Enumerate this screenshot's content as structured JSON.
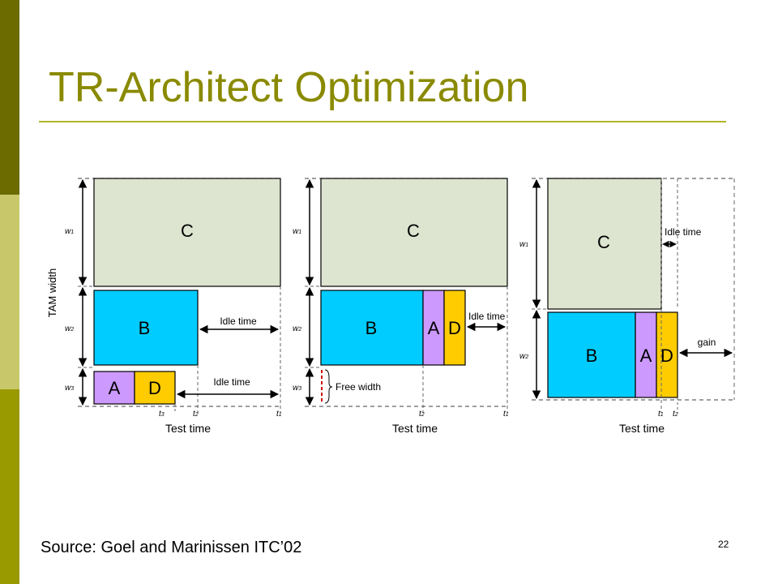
{
  "slide": {
    "title": "TR-Architect Optimization",
    "source": "Source: Goel and Marinissen ITC’02",
    "page_number": "22"
  },
  "colors": {
    "sidebar_dark": "#6b6b00",
    "sidebar_light": "#c8c86a",
    "sidebar_mid": "#999900",
    "title": "#8a8a00",
    "core_c": "#dde4cf",
    "core_b": "#00ccff",
    "core_a": "#cc99ff",
    "core_d": "#ffcc00"
  },
  "diagram": {
    "y_axis_label": "TAM width",
    "x_axis_label": "Test time",
    "idle_time": "Idle time",
    "free_width": "Free width",
    "gain": "gain",
    "core_labels": {
      "c": "C",
      "b": "B",
      "a": "A",
      "d": "D"
    },
    "width_labels": {
      "w1": "w1",
      "w2": "w2",
      "w3": "w3"
    },
    "time_labels": {
      "t1": "t1",
      "t2": "t2",
      "t3": "t3"
    }
  }
}
